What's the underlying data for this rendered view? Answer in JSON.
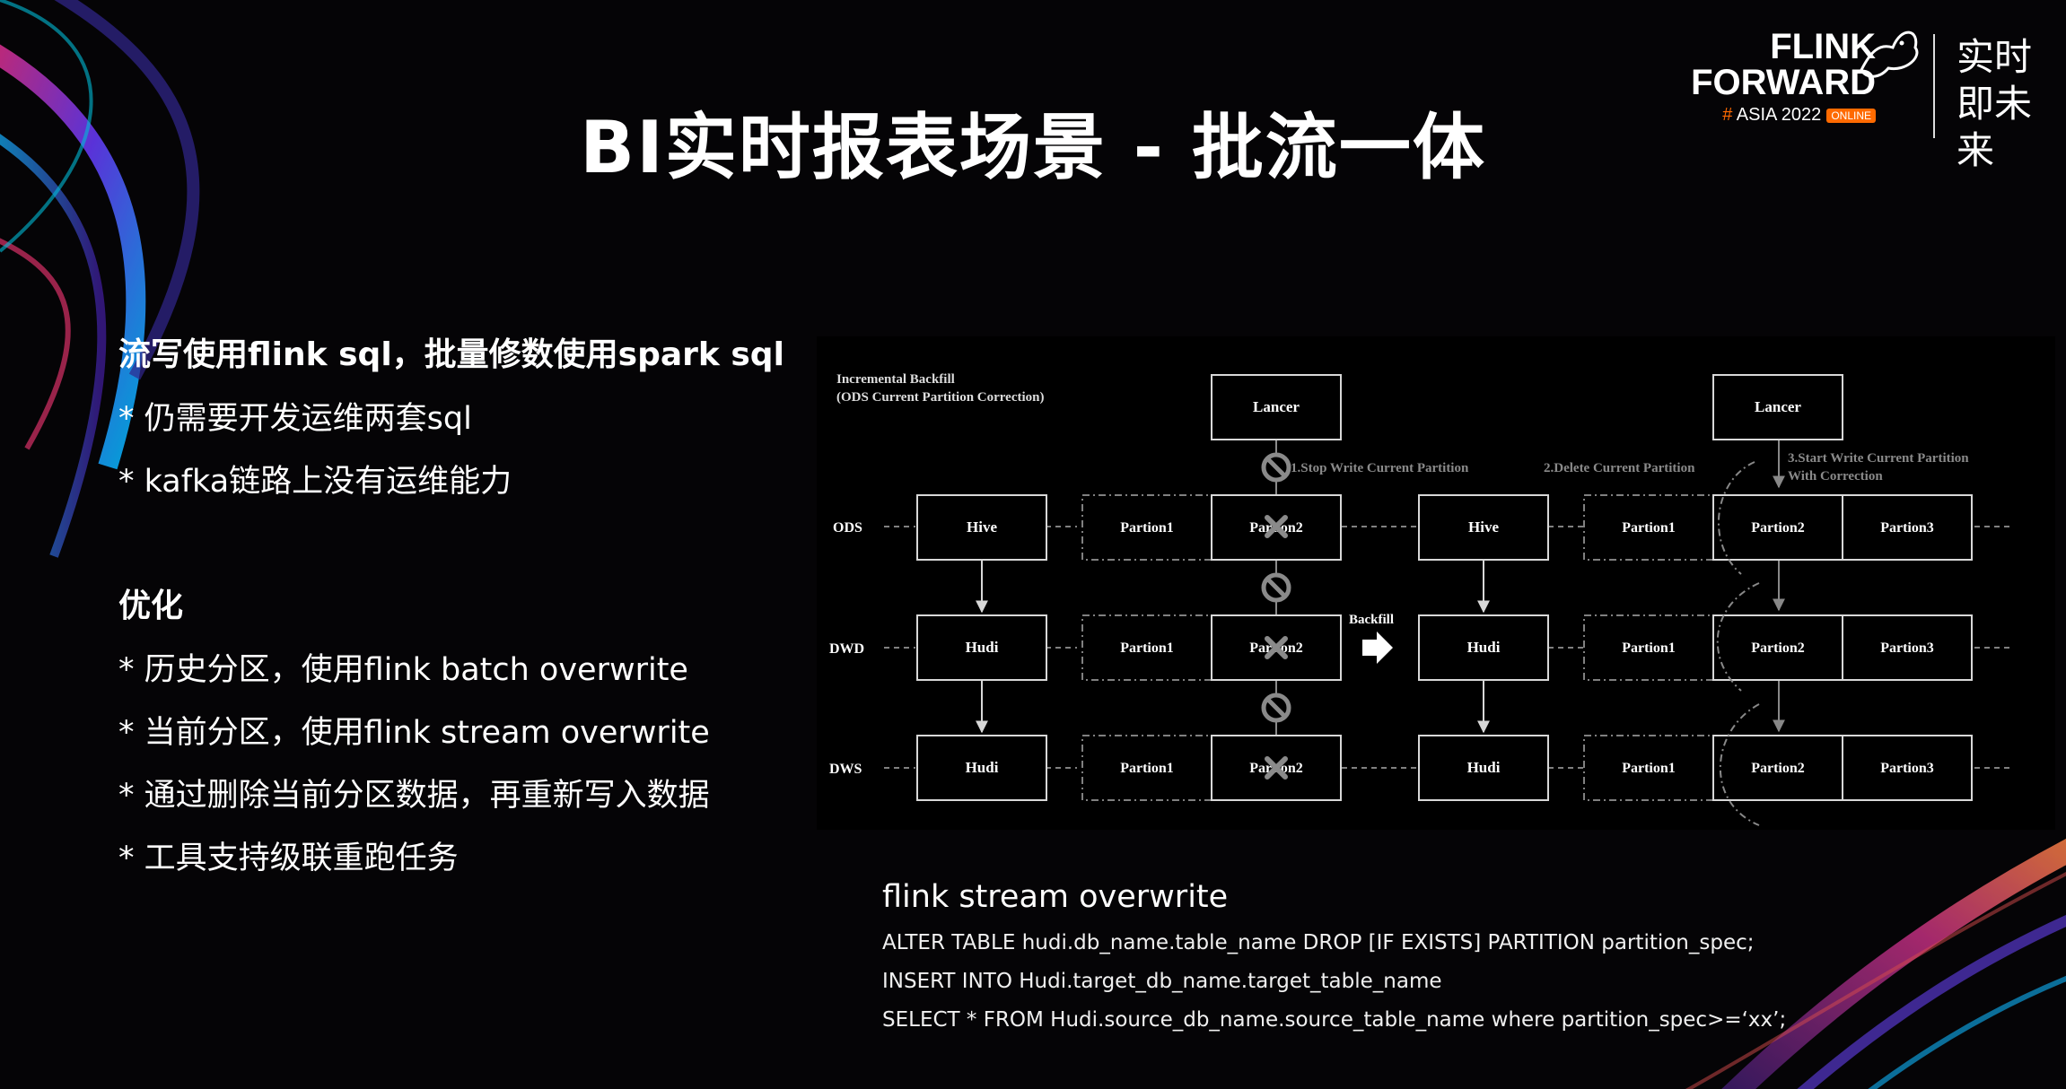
{
  "slide": {
    "title": "BI实时报表场景 - 批流一体"
  },
  "logo": {
    "line1": "FLINK",
    "line2": "FORWARD",
    "hash": "#",
    "event": "ASIA 2022",
    "badge": "ONLINE",
    "slogan": "实时即未来",
    "icon": "squirrel-logo-icon"
  },
  "left": {
    "heading1": "流写使用flink sql，批量修数使用spark sql",
    "items1": [
      "* 仍需要开发运维两套sql",
      "* kafka链路上没有运维能力"
    ],
    "heading2": "优化",
    "items2": [
      "* 历史分区，使用flink batch overwrite",
      "* 当前分区，使用flink stream overwrite",
      "* 通过删除当前分区数据，再重新写入数据",
      "* 工具支持级联重跑任务"
    ]
  },
  "diagram": {
    "caption_line1": "Incremental Backfill",
    "caption_line2": "(ODS Current Partition Correction)",
    "lancer": "Lancer",
    "step1": "1.Stop Write Current Partition",
    "step2": "2.Delete Current Partition",
    "step3_line1": "3.Start Write Current Partition",
    "step3_line2": "With Correction",
    "backfill": "Backfill",
    "rows": [
      {
        "label": "ODS",
        "engine": "Hive"
      },
      {
        "label": "DWD",
        "engine": "Hudi"
      },
      {
        "label": "DWS",
        "engine": "Hudi"
      }
    ],
    "partition1": "Partion1",
    "partition2": "Partion2",
    "partition3": "Partion3",
    "icons": [
      "stop-icon",
      "delete-x-icon",
      "right-arrow-icon"
    ]
  },
  "code": {
    "heading": "flink stream overwrite",
    "lines": [
      "ALTER TABLE hudi.db_name.table_name DROP [IF EXISTS] PARTITION partition_spec;",
      "INSERT INTO Hudi.target_db_name.target_table_name",
      "SELECT * FROM Hudi.source_db_name.source_table_name where partition_spec>=‘xx’;"
    ]
  }
}
